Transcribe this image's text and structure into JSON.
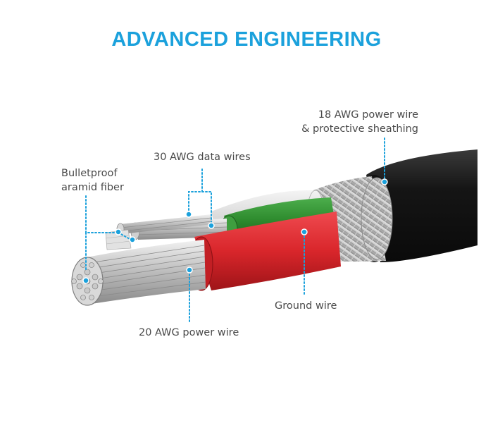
{
  "title": "ADVANCED ENGINEERING",
  "colors": {
    "accent": "#1ba1dc",
    "data_wire_green": "#2e8b2e",
    "power_wire_red": "#d9262b",
    "jacket": "#1c1c1c",
    "label_text": "#4a4a4a"
  },
  "callouts": {
    "sheathing": {
      "line1": "18 AWG power wire",
      "line2": "& protective sheathing"
    },
    "data_wires": {
      "line1": "30 AWG data wires"
    },
    "aramid": {
      "line1": "Bulletproof",
      "line2": "aramid fiber"
    },
    "ground": {
      "line1": "Ground wire"
    },
    "power20": {
      "line1": "20 AWG power wire"
    }
  }
}
